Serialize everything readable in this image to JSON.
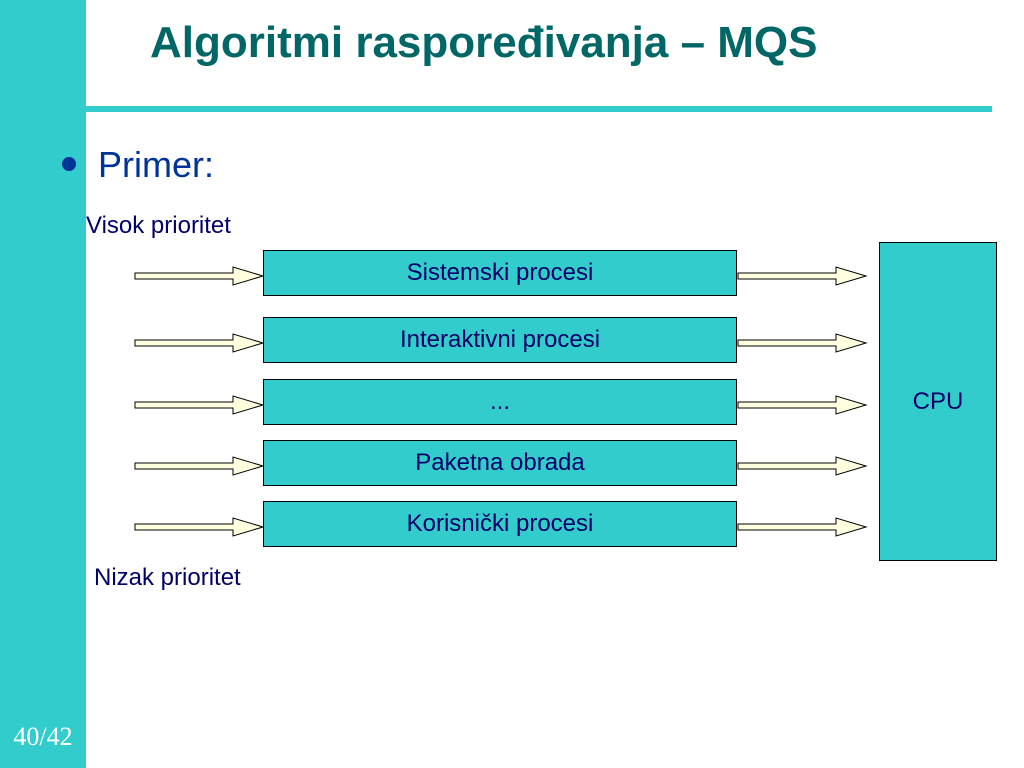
{
  "slide": {
    "title": "Algoritmi raspoređivanja – MQS",
    "page_number": "40/42"
  },
  "bullet": {
    "text": "Primer:"
  },
  "diagram": {
    "high_label": "Visok prioritet",
    "low_label": "Nizak prioritet",
    "queues": [
      "Sistemski procesi",
      "Interaktivni procesi",
      "...",
      "Paketna obrada",
      "Korisnički procesi"
    ],
    "cpu_label": "CPU"
  },
  "colors": {
    "sidebar": "#33cccc",
    "title": "#006666",
    "text": "#000066",
    "bullet": "#003399",
    "box_fill": "#33cccc",
    "arrow_fill": "#ffffe0"
  }
}
